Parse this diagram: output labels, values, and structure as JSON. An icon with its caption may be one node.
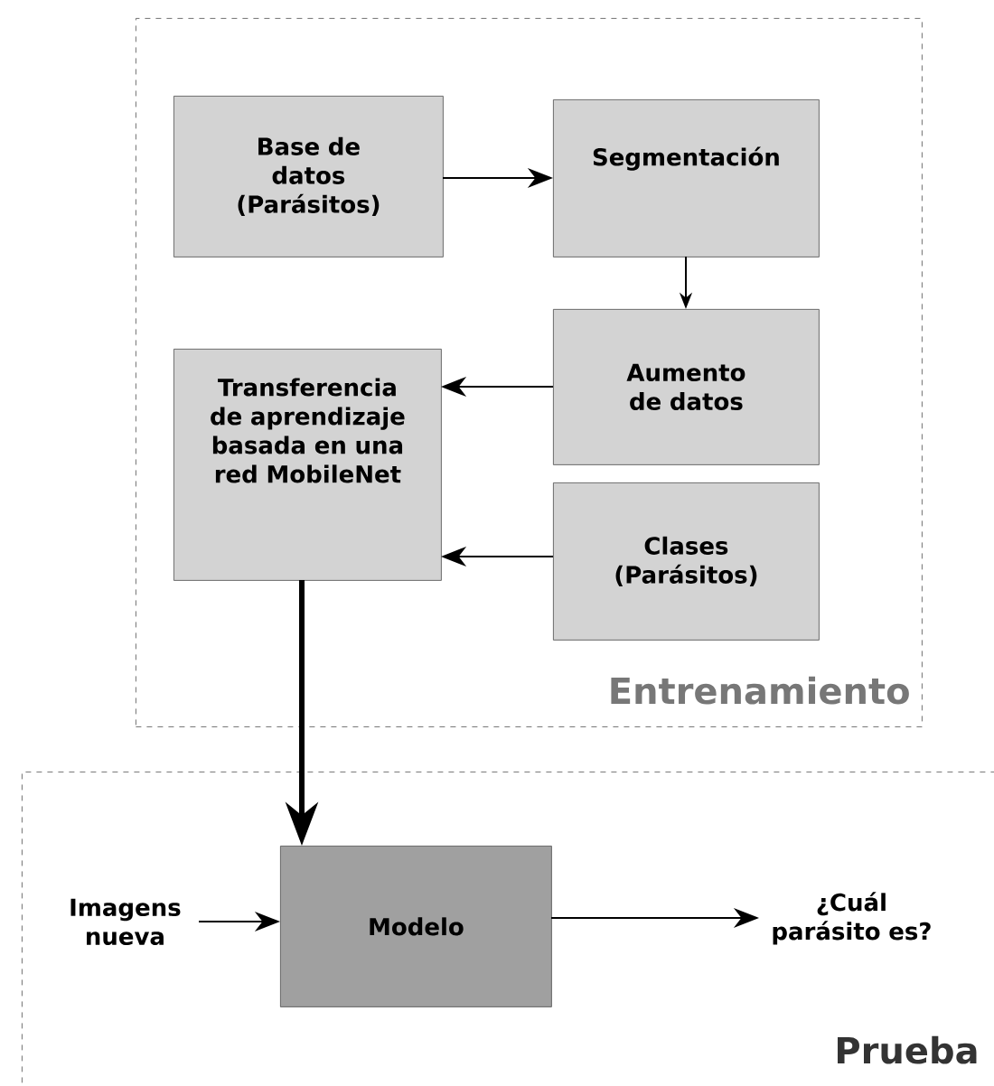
{
  "diagram": {
    "nodes": [
      {
        "text": [
          "Entrenamiento"
        ]
      },
      {
        "text": [
          "Base de datos (Parásitos)"
        ],
        "in": 0
      },
      {
        "text": [
          "Segmentación"
        ],
        "in": 0
      },
      {
        "text": [
          "Aumento de datos"
        ],
        "in": 0
      },
      {
        "text": [
          "Transferencia de aprendizaje basada en una red MobileNet"
        ],
        "in": 0
      },
      {
        "text": [
          "Clases (Parásitos)"
        ],
        "in": 0
      },
      {
        "text": [
          "Prueba"
        ]
      },
      {
        "text": [
          "Imagens nueva"
        ],
        "in": 6
      },
      {
        "text": [
          "Modelo"
        ],
        "in": 6
      },
      {
        "text": [
          "¿Cuál parásito es?"
        ],
        "in": 6
      }
    ],
    "edges": [
      {
        "from": 1,
        "to": 2,
        "arrow": "to"
      },
      {
        "from": 2,
        "to": 3,
        "arrow": "to"
      },
      {
        "from": 3,
        "to": 4,
        "arrow": "to"
      },
      {
        "from": 5,
        "to": 4,
        "arrow": "to"
      },
      {
        "from": 4,
        "to": 8,
        "arrow": "to",
        "style": "thick"
      },
      {
        "from": 7,
        "to": 8,
        "arrow": "to"
      },
      {
        "from": 8,
        "to": 9,
        "arrow": "to"
      }
    ]
  }
}
